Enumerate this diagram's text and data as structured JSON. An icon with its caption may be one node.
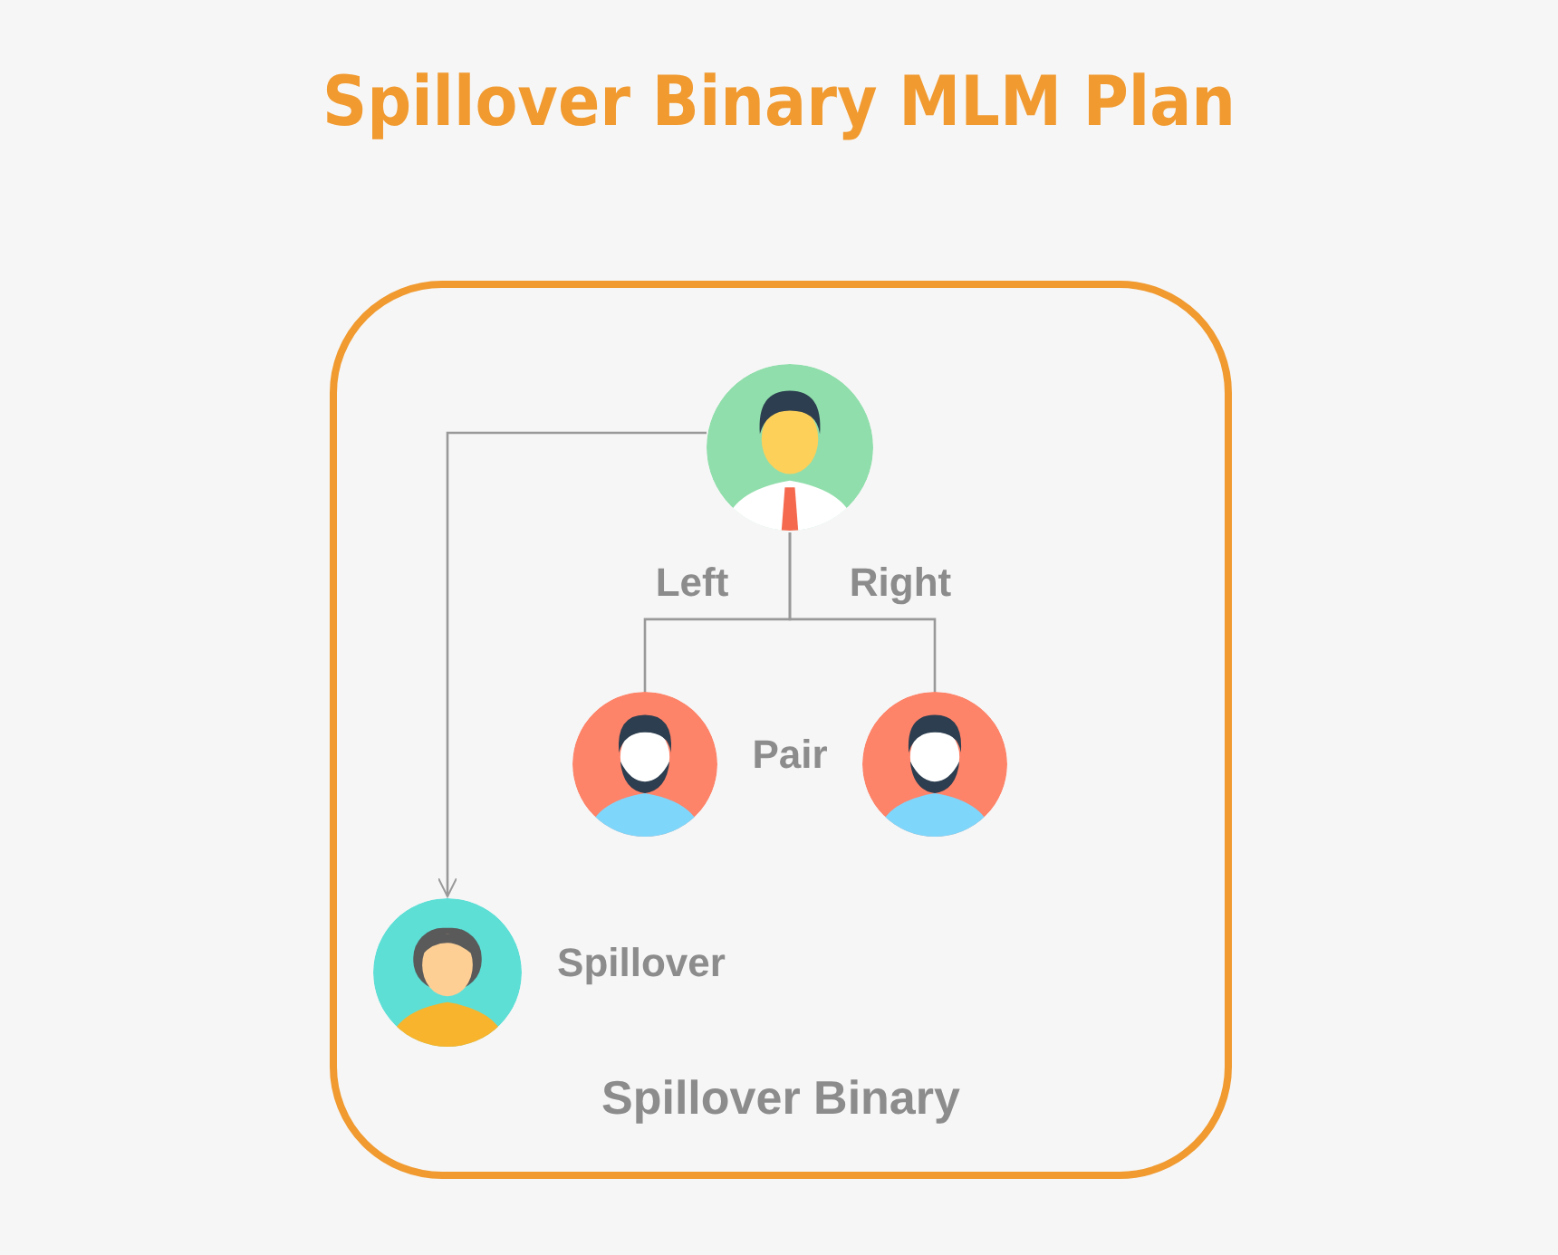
{
  "diagram": {
    "title": "Spillover Binary MLM Plan",
    "nodes": [
      {
        "text": [
          "Spillover Binary"
        ]
      },
      {
        "text": [],
        "shape": "person",
        "in": 0
      },
      {
        "text": [],
        "shape": "person",
        "in": 0
      },
      {
        "text": [],
        "shape": "person",
        "in": 0
      },
      {
        "text": [],
        "shape": "person",
        "in": 0,
        "beside": [
          "Spillover"
        ]
      }
    ],
    "edges": [
      {
        "from": 1,
        "to": 2,
        "arrow": "none"
      },
      {
        "from": 1,
        "to": 3,
        "arrow": "none"
      },
      {
        "from": 1,
        "to": 4,
        "arrow": "to"
      }
    ],
    "labels": [
      "Left",
      "Right",
      "Pair"
    ]
  }
}
